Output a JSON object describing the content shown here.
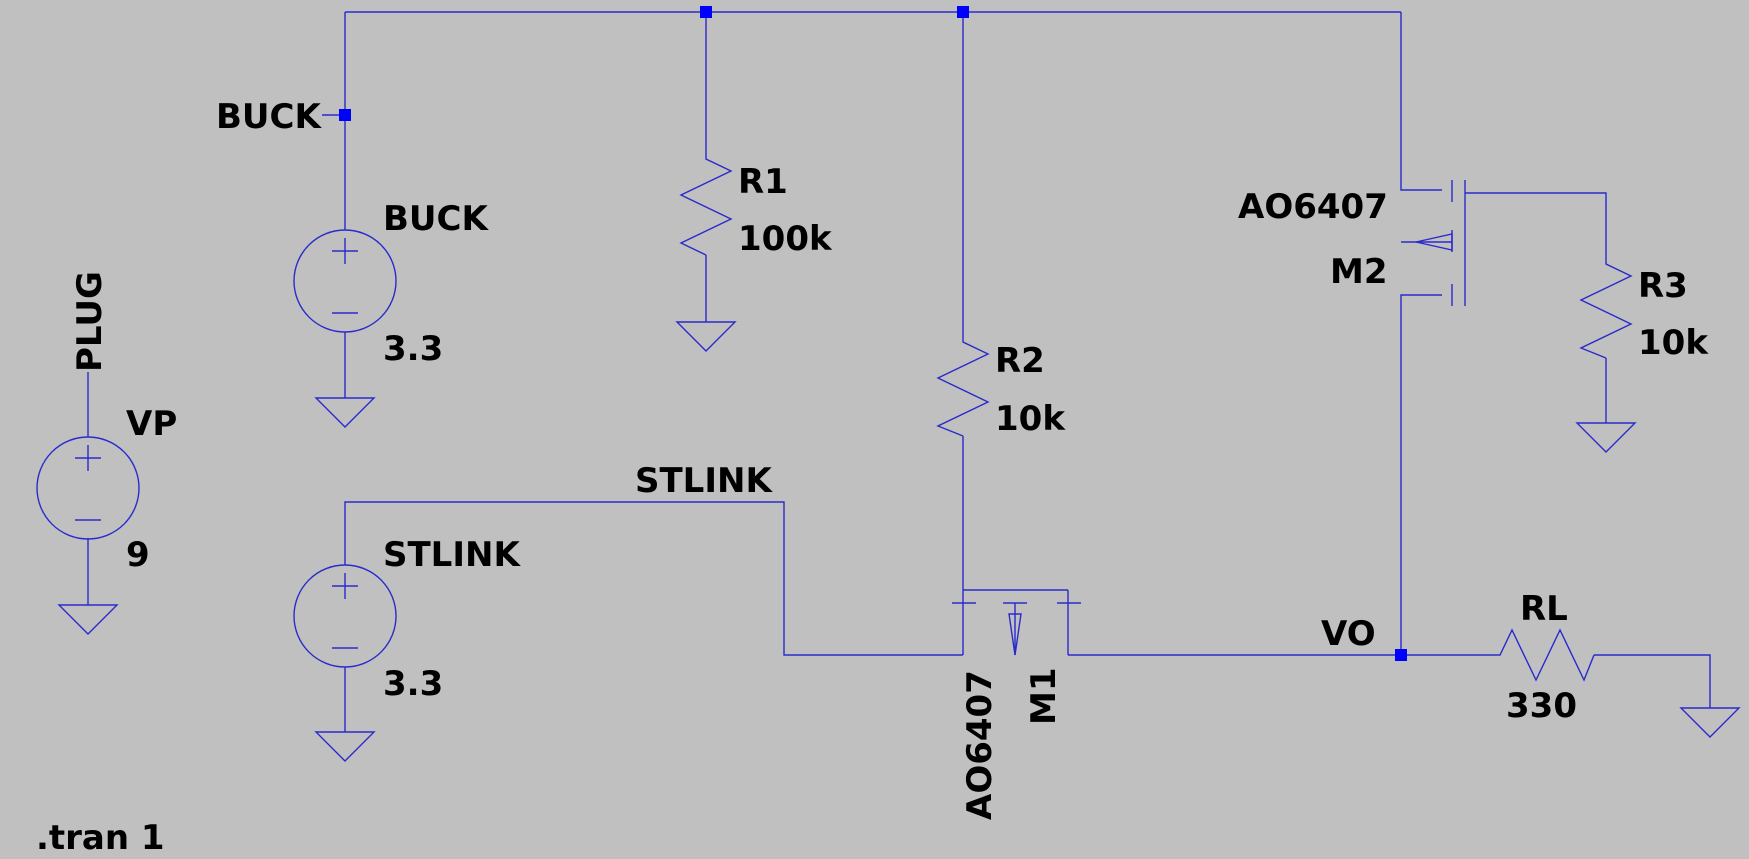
{
  "netlabels": {
    "buck": "BUCK",
    "plug": "PLUG",
    "stlink": "STLINK",
    "vo": "VO"
  },
  "components": {
    "vp": {
      "name": "VP",
      "value": "9"
    },
    "buck": {
      "name": "BUCK",
      "value": "3.3"
    },
    "stlink": {
      "name": "STLINK",
      "value": "3.3"
    },
    "r1": {
      "name": "R1",
      "value": "100k"
    },
    "r2": {
      "name": "R2",
      "value": "10k"
    },
    "r3": {
      "name": "R3",
      "value": "10k"
    },
    "rl": {
      "name": "RL",
      "value": "330"
    },
    "m1": {
      "name": "M1",
      "model": "AO6407"
    },
    "m2": {
      "name": "M2",
      "model": "AO6407"
    }
  },
  "directive": ".tran 1",
  "colors": {
    "wire": "#2a2acc",
    "junction": "#0000ff",
    "background": "#c0c0c0"
  }
}
